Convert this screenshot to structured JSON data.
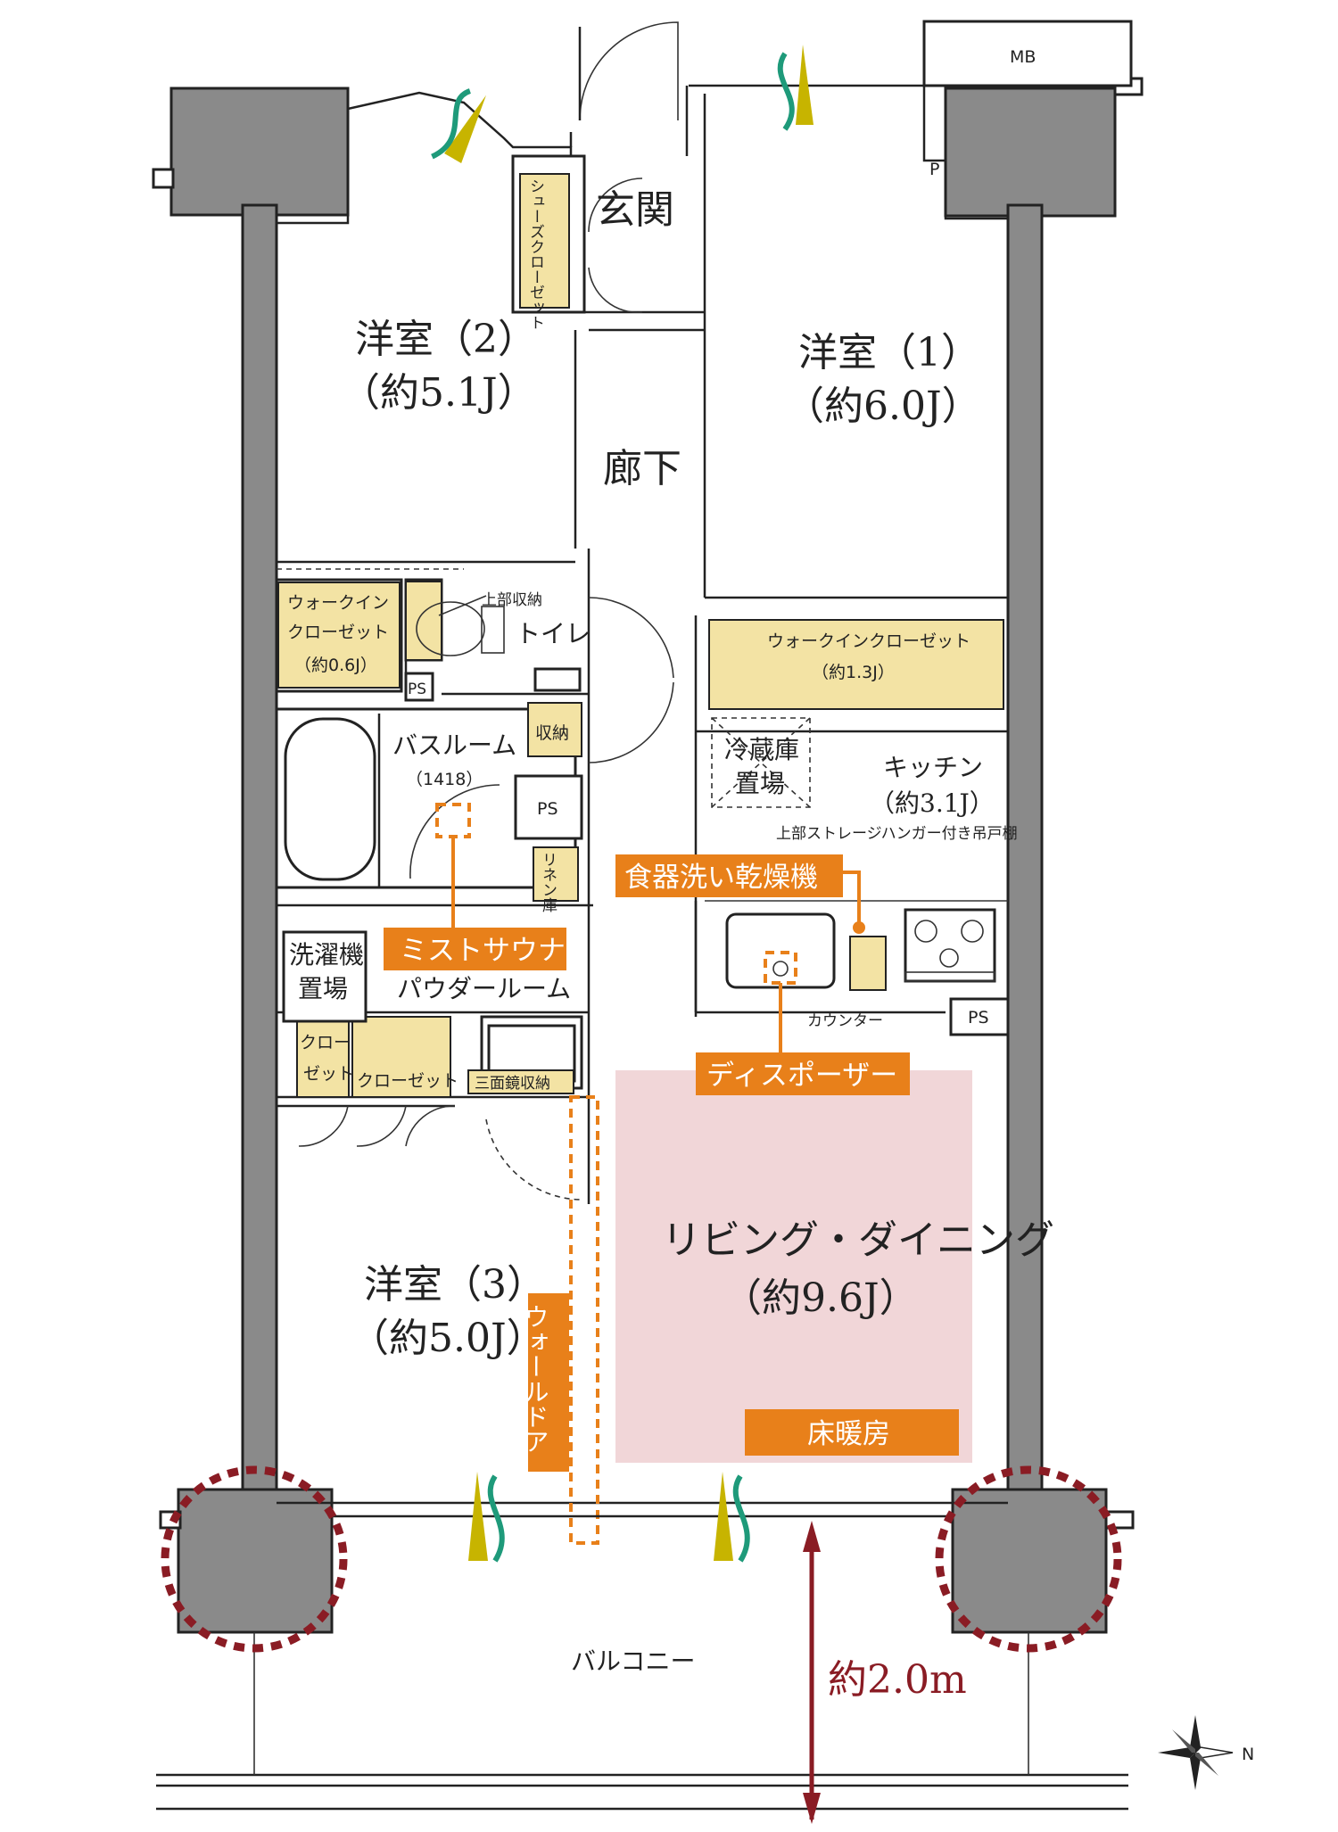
{
  "rooms": {
    "western2": {
      "name": "洋室（2）",
      "size": "（約5.1J）"
    },
    "western1": {
      "name": "洋室（1）",
      "size": "（約6.0J）"
    },
    "western3": {
      "name": "洋室（3）",
      "size": "（約5.0J）"
    },
    "living": {
      "name": "リビング・ダイニング",
      "size": "（約9.6J）"
    },
    "kitchen": {
      "name": "キッチン",
      "size": "（約3.1J）"
    },
    "entrance": "玄関",
    "hallway": "廊下",
    "toilet": "トイレ",
    "bathroom": {
      "name": "バスルーム",
      "size": "（1418）"
    },
    "powder": "パウダールーム",
    "balcony": "バルコニー"
  },
  "storage": {
    "shoes": "シューズクローゼット",
    "wic_left": {
      "line1": "ウォークイン",
      "line2": "クローゼット",
      "size": "（約0.6J）"
    },
    "wic_right": {
      "name": "ウォークインクローゼット",
      "size": "（約1.3J）"
    },
    "upper_storage": "上部収納",
    "shunou": "収納",
    "linen": "リネン庫",
    "closet_small": {
      "line1": "クロー",
      "line2": "ゼット"
    },
    "closet": "クローゼット",
    "mirror": "三面鏡収納"
  },
  "fixtures": {
    "mb": "MB",
    "p": "P",
    "ps": "PS",
    "fridge": {
      "line1": "冷蔵庫",
      "line2": "置場"
    },
    "washer": {
      "line1": "洗濯機",
      "line2": "置場"
    },
    "hanging_cabinet": "上部ストレージハンガー付き吊戸棚",
    "counter": "カウンター"
  },
  "features": {
    "dishwasher": "食器洗い乾燥機",
    "mist_sauna": "ミストサウナ",
    "disposer": "ディスポーザー",
    "floor_heating": "床暖房",
    "wall_door": "ウォールドア"
  },
  "balcony_depth": "約2.0m",
  "compass": {
    "label": "N"
  },
  "colors": {
    "feature_orange": "#e8801a",
    "storage_yellow": "#f3e3a4",
    "living_pink": "#f1d6d8",
    "column_gray": "#8a8a8a",
    "dim_red": "#8a1c24"
  }
}
